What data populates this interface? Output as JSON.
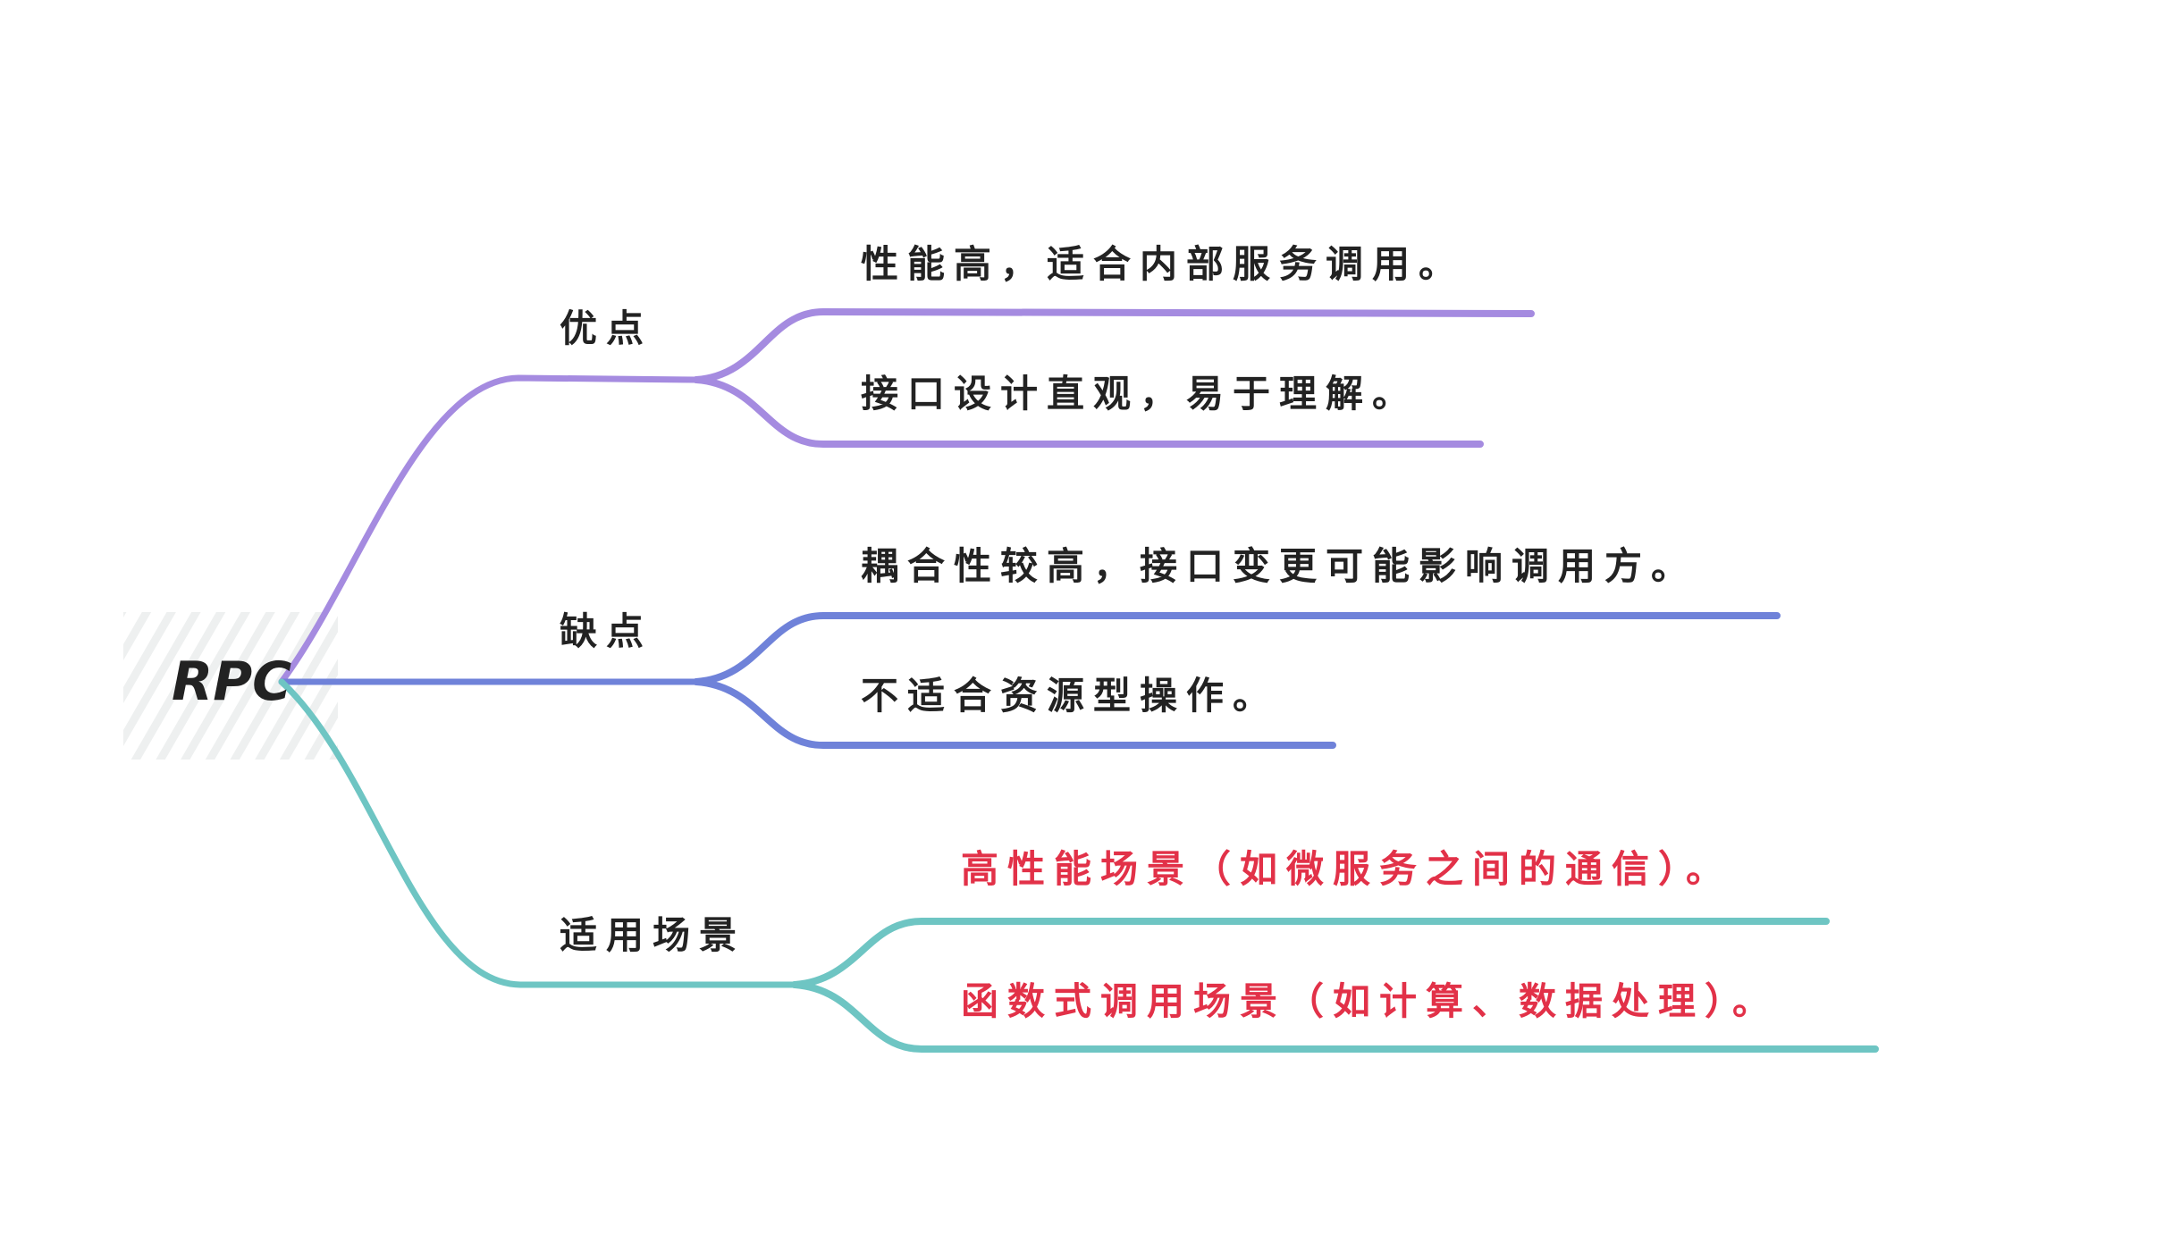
{
  "root": {
    "label": "RPC"
  },
  "colors": {
    "pros": "#a58be0",
    "cons": "#6f82d9",
    "usage": "#6ec5c3",
    "highlight": "#e23148"
  },
  "branches": [
    {
      "label": "优点",
      "children": [
        "性能高，适合内部服务调用。",
        "接口设计直观，易于理解。"
      ]
    },
    {
      "label": "缺点",
      "children": [
        "耦合性较高，接口变更可能影响调用方。",
        "不适合资源型操作。"
      ]
    },
    {
      "label": "适用场景",
      "children": [
        "高性能场景（如微服务之间的通信）。",
        "函数式调用场景（如计算、数据处理）。"
      ]
    }
  ]
}
